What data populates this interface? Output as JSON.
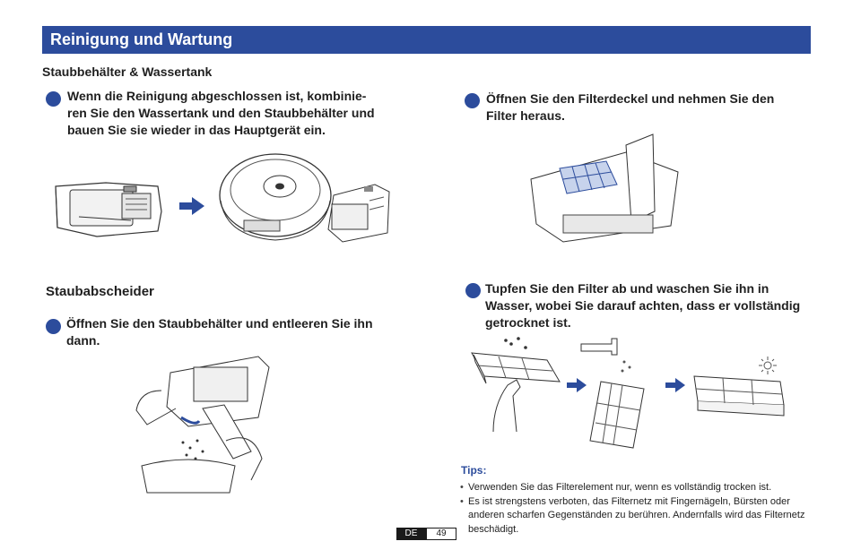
{
  "header": {
    "title": "Reinigung und Wartung"
  },
  "section1": {
    "title": "Staubbehälter & Wassertank",
    "step_lines": [
      "Wenn die Reinigung abgeschlossen ist, kombinie-",
      "ren Sie den Wassertank und den Staubbehälter und",
      "bauen Sie sie wieder in das Hauptgerät ein."
    ]
  },
  "section2": {
    "title": "Staubabscheider",
    "step_lines": [
      "Öffnen Sie den Staubbehälter und entleeren Sie ihn",
      "dann."
    ]
  },
  "right": {
    "step1_lines": [
      "Öffnen Sie den Filterdeckel und nehmen Sie den",
      "Filter heraus."
    ],
    "step2_lines": [
      "Tupfen Sie den Filter ab und waschen Sie ihn in",
      "Wasser, wobei Sie darauf achten, dass er vollständig",
      "getrocknet ist."
    ]
  },
  "tips": {
    "title": "Tips:",
    "items": [
      "Verwenden Sie das Filterelement nur, wenn es vollständig trocken ist.",
      "Es ist strengstens verboten, das Filternetz mit Fingernägeln, Bürsten oder anderen scharfen Gegenständen zu berühren. Andernfalls wird das Filternetz beschädigt."
    ]
  },
  "footer": {
    "lang": "DE",
    "page": "49"
  },
  "colors": {
    "accent": "#2c4c9c",
    "line": "#333333"
  }
}
